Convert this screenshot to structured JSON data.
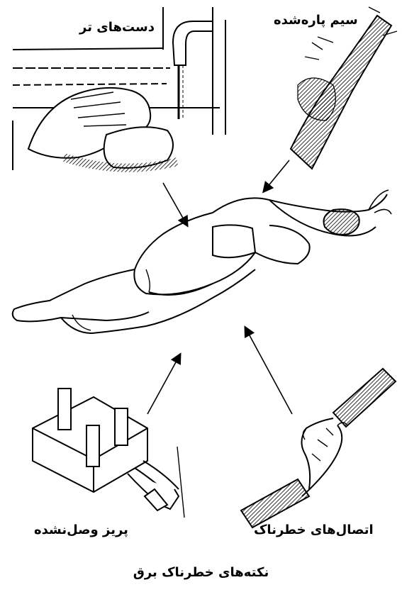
{
  "labels": {
    "wet_hands": "دست‌های تر",
    "damaged_wire": "سیم پاره‌شده",
    "unplugged_socket": "پریز وصل‌نشده",
    "dangerous_connections": "اتصال‌های خطرناک"
  },
  "caption": "نکته‌های خطرناک برق"
}
